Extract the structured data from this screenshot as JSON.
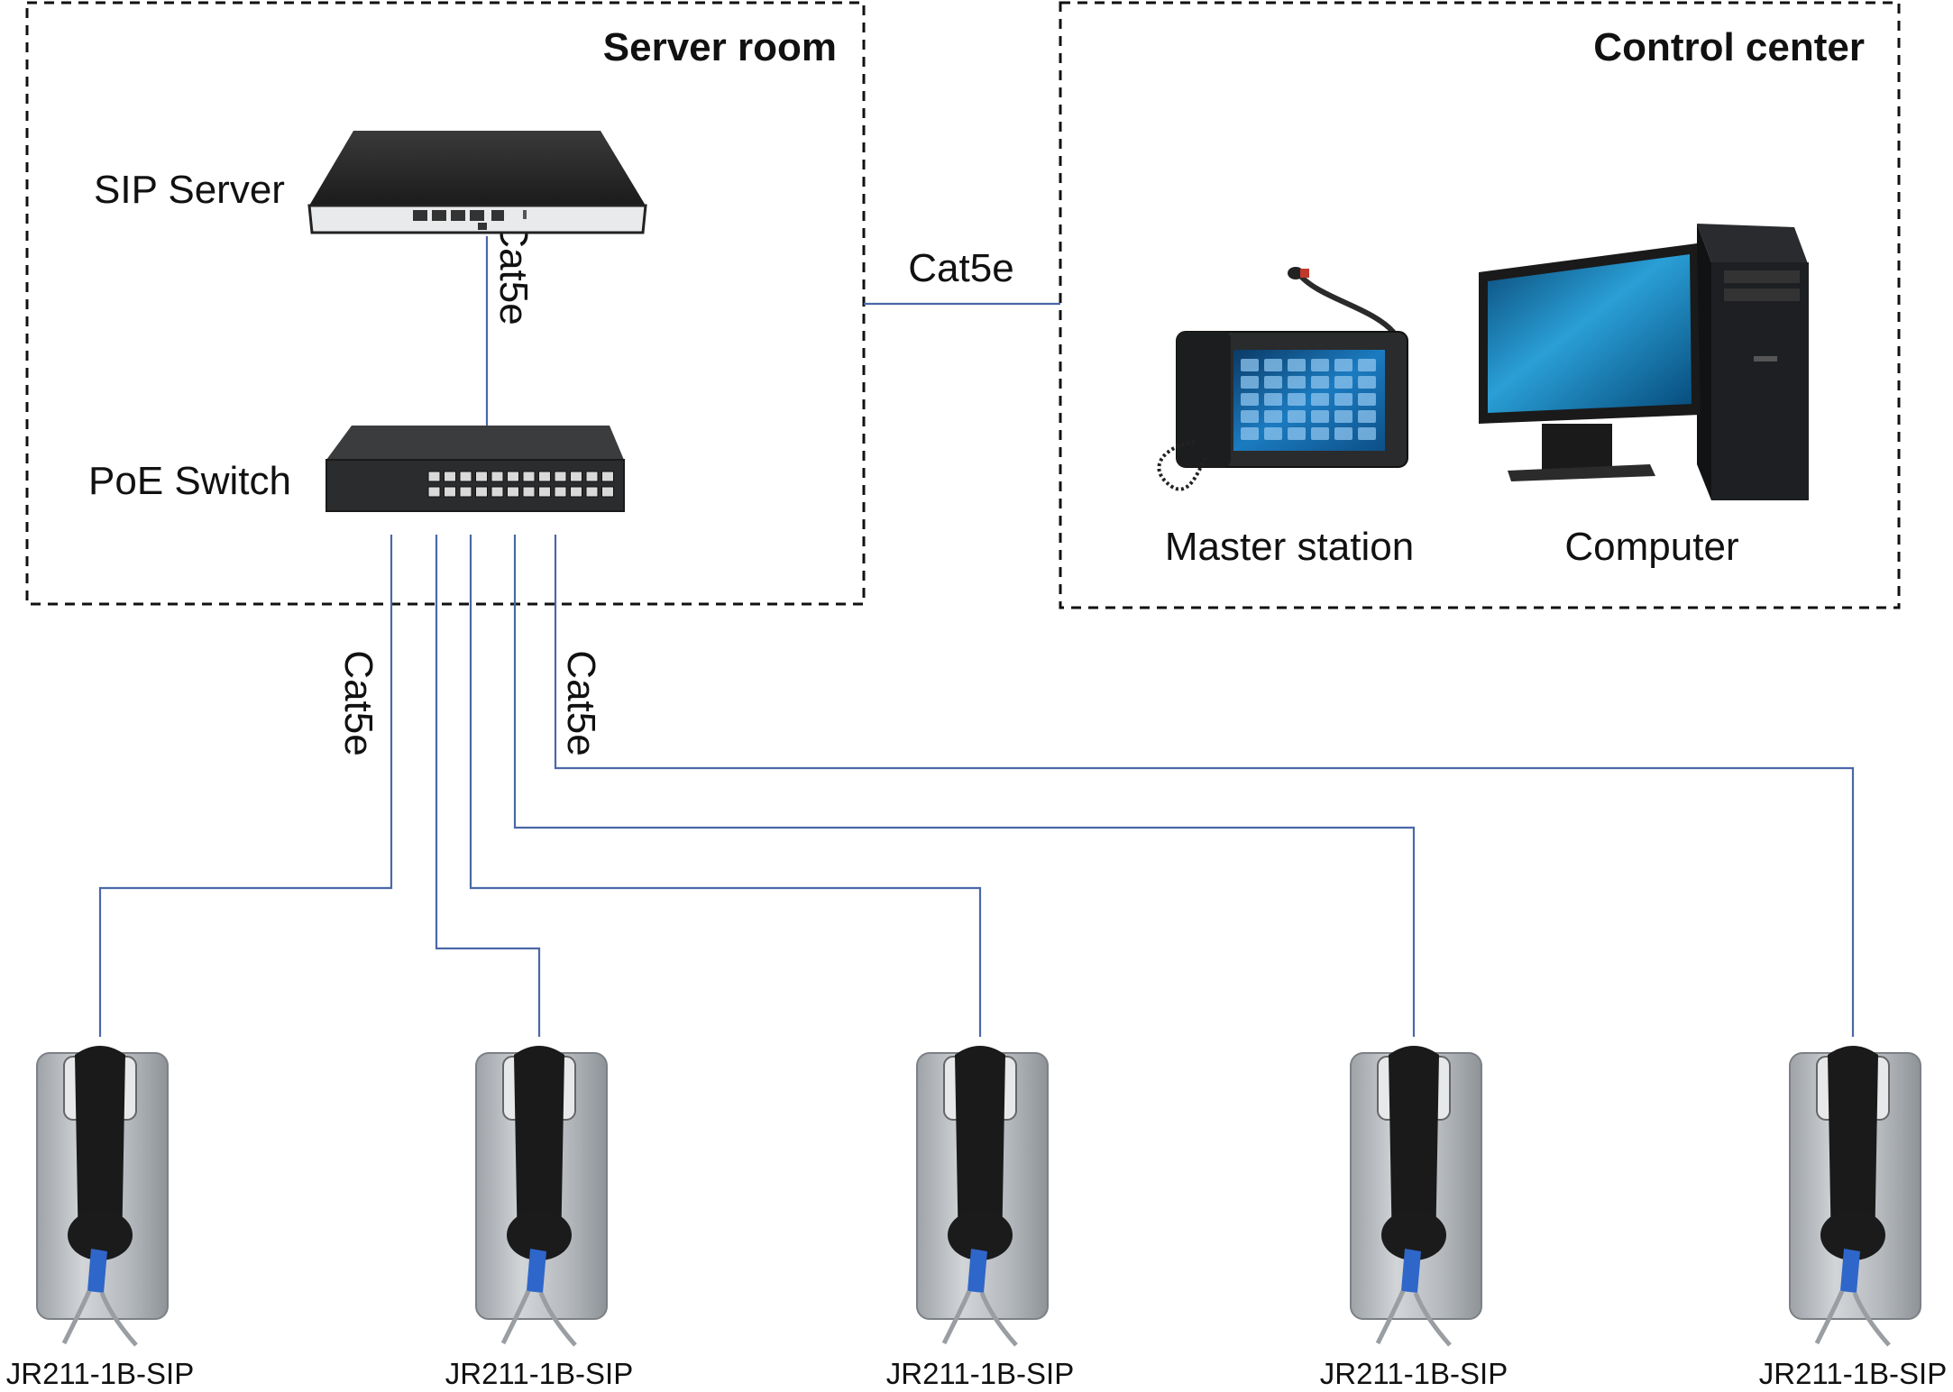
{
  "zones": {
    "server_room": "Server room",
    "control_center": "Control center"
  },
  "devices": {
    "sip_server": "SIP Server",
    "poe_switch": "PoE Switch",
    "master_station": "Master station",
    "computer": "Computer"
  },
  "cables": {
    "server_to_switch": "Cat5e",
    "room_to_center": "Cat5e",
    "switch_to_phones_left": "Cat5e",
    "switch_to_phones_right": "Cat5e"
  },
  "phones": [
    {
      "label": "JR211-1B-SIP"
    },
    {
      "label": "JR211-1B-SIP"
    },
    {
      "label": "JR211-1B-SIP"
    },
    {
      "label": "JR211-1B-SIP"
    },
    {
      "label": "JR211-1B-SIP"
    }
  ],
  "colors": {
    "wire": "#4a68a8",
    "zone_border": "#111111",
    "phone_plate": "#b8bcc0",
    "handset": "#1a1a1a",
    "cable_sleeve": "#2f66c9"
  },
  "icons": {
    "sip_server": "rack-server-icon",
    "poe_switch": "network-switch-icon",
    "master_station": "desk-intercom-icon",
    "computer": "desktop-computer-icon",
    "phone": "wall-phone-icon"
  }
}
